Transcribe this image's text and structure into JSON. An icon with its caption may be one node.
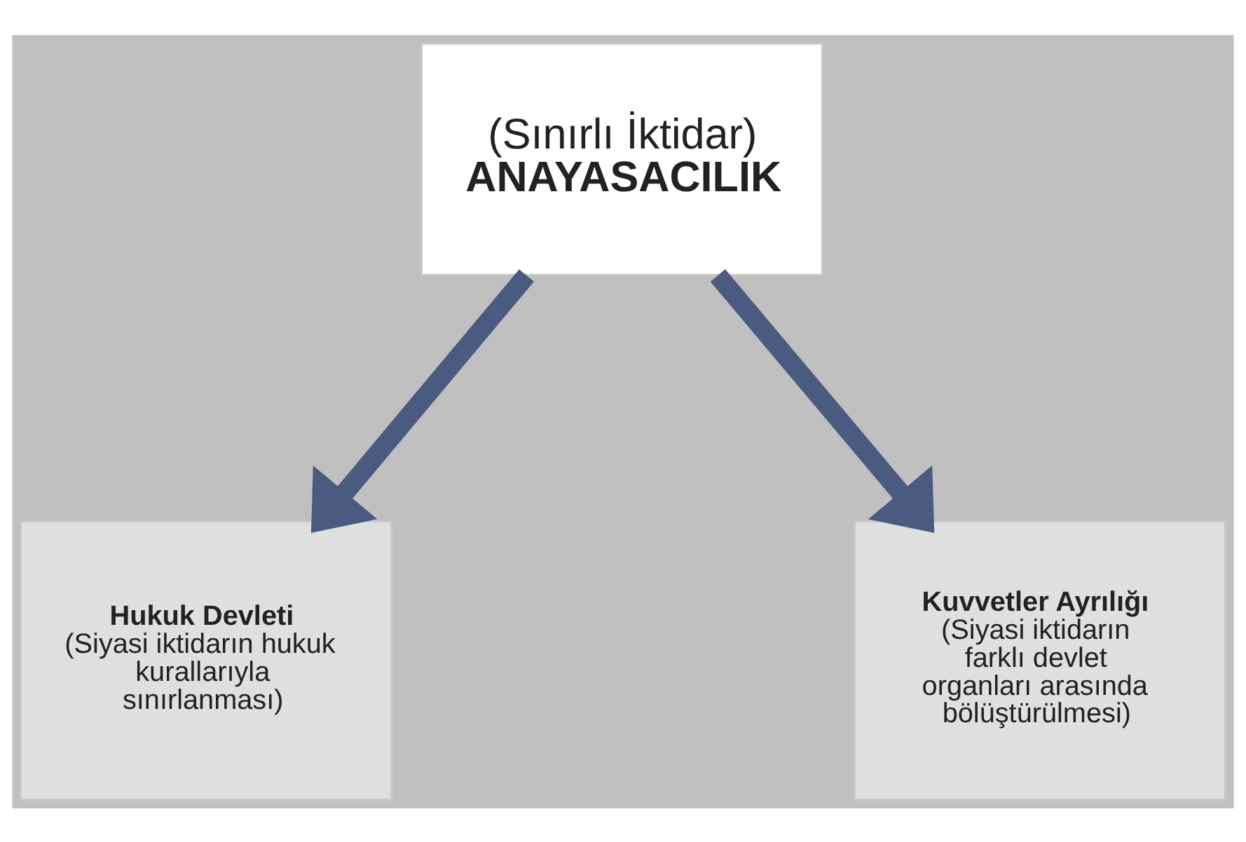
{
  "diagram": {
    "nodes": [
      {
        "text": [
          "(Sınırlı İktidar)",
          "ANAYASACILIK"
        ]
      },
      {
        "text": [
          "Hukuk Devleti",
          "(Siyasi iktidarın hukuk kurallarıyla sınırlanması)"
        ]
      },
      {
        "text": [
          "Kuvvetler Ayrılığı",
          "(Siyasi iktidarın farklı devlet organları arasında bölüştürülmesi)"
        ]
      }
    ],
    "edges": [
      {
        "from": 0,
        "to": 1,
        "arrow": "to"
      },
      {
        "from": 0,
        "to": 2,
        "arrow": "to"
      }
    ]
  }
}
